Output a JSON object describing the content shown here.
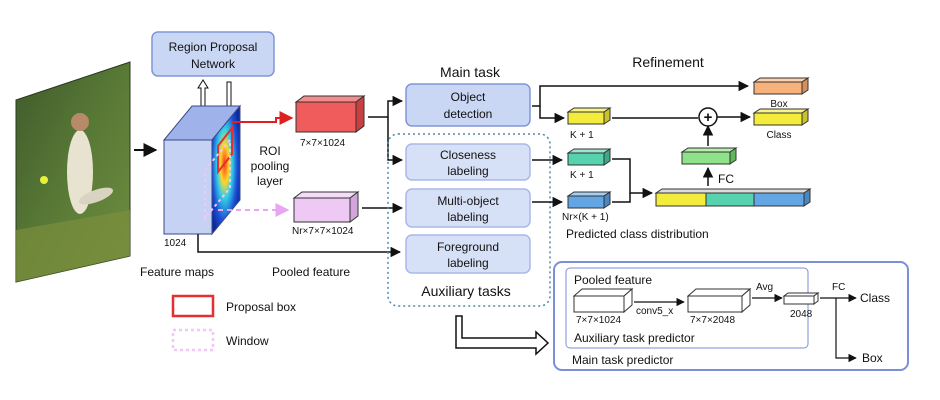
{
  "rpn": {
    "label_line1": "Region Proposal",
    "label_line2": "Network"
  },
  "backbone": {
    "channels": "1024",
    "caption": "Feature maps"
  },
  "roi_pooling": {
    "line1": "ROI",
    "line2": "pooling",
    "line3": "layer"
  },
  "pooled_features": {
    "proposal_dim": "7×7×1024",
    "window_dim": "Nr×7×7×1024",
    "caption": "Pooled feature"
  },
  "legend": {
    "proposal_box": "Proposal box",
    "window": "Window"
  },
  "main_task": {
    "title": "Main task",
    "box_line1": "Object",
    "box_line2": "detection"
  },
  "auxiliary": {
    "title": "Auxiliary tasks",
    "closeness": {
      "line1": "Closeness",
      "line2": "labeling"
    },
    "multi_object": {
      "line1": "Multi-object",
      "line2": "labeling"
    },
    "foreground": {
      "line1": "Foreground",
      "line2": "labeling"
    }
  },
  "outputs": {
    "main_dim": "K + 1",
    "closeness_dim": "K + 1",
    "multi_dim": "Nr×(K + 1)",
    "predicted_caption": "Predicted class distribution"
  },
  "refinement": {
    "title": "Refinement",
    "box_label": "Box",
    "class_label": "Class",
    "plus_symbol": "+",
    "fc_label": "FC"
  },
  "predictor_panel": {
    "pooled_feature": "Pooled feature",
    "in_dim": "7×7×1024",
    "conv_label": "conv5_x",
    "mid_dim": "7×7×2048",
    "avg_label": "Avg",
    "vec_dim": "2048",
    "fc_label": "FC",
    "class_label": "Class",
    "box_label": "Box",
    "aux_caption": "Auxiliary task predictor",
    "main_caption": "Main task predictor"
  },
  "colors": {
    "box_fill": "#c9d6f4",
    "box_stroke": "#8095d8",
    "red_block": "#f05b5b",
    "pink_block": "#eec9f4",
    "yellow_block": "#f3ec3c",
    "teal_block": "#56d2ae",
    "blue_block": "#63a6e4",
    "orange_block": "#f7b27c"
  }
}
